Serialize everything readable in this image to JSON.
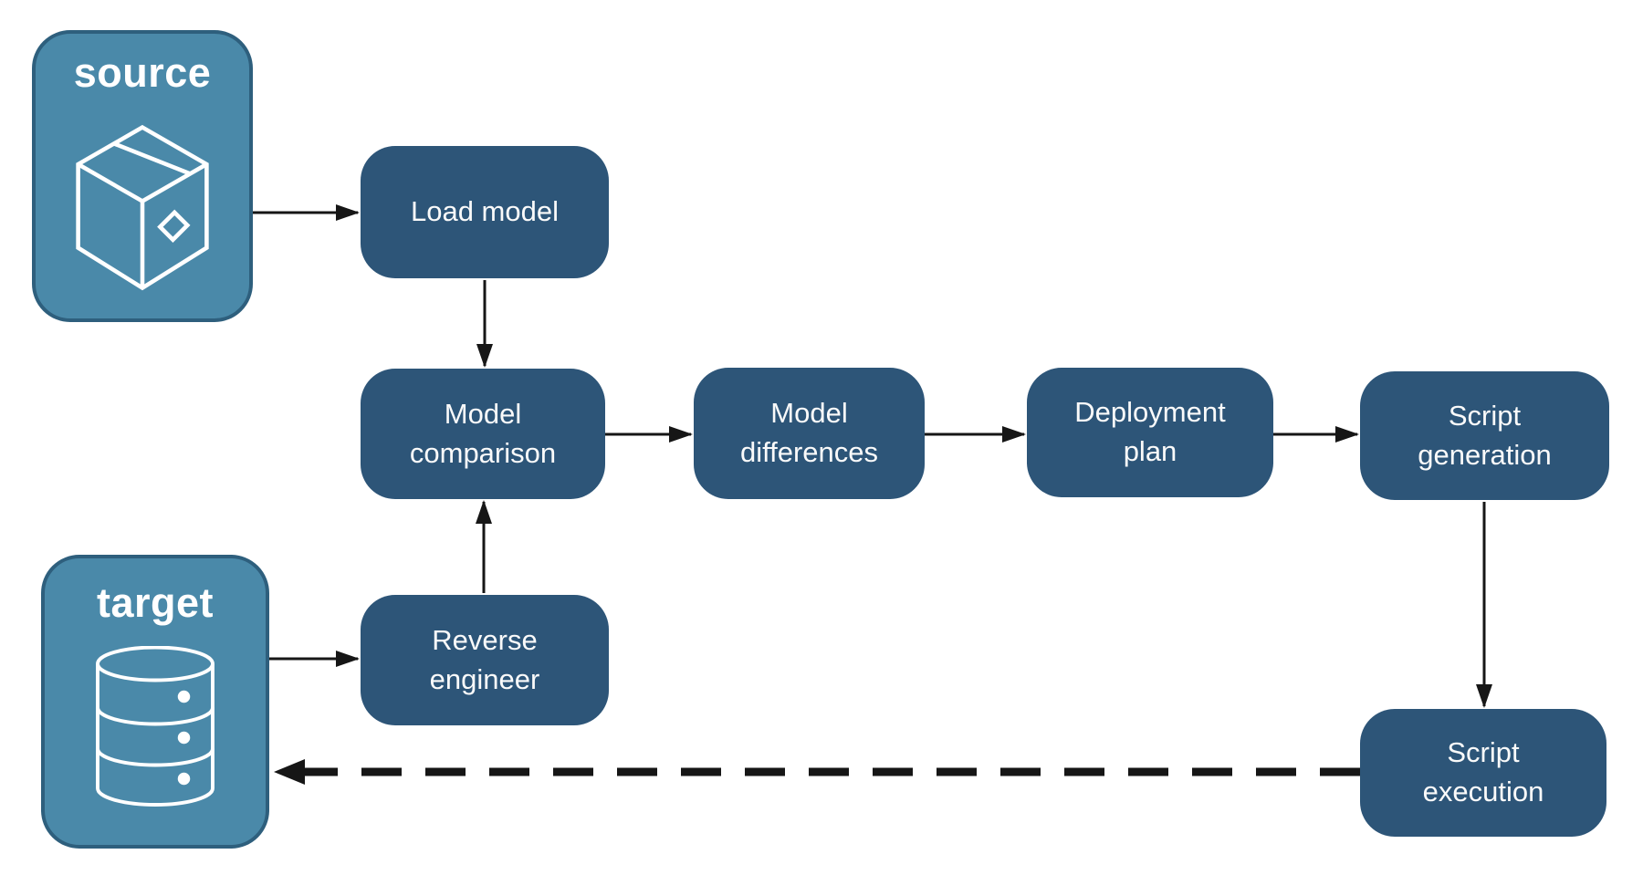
{
  "colors": {
    "background": "#FFFFFF",
    "endpoint_fill": "#4A89A9",
    "endpoint_border": "#2E5F7D",
    "node_fill": "#2D5578",
    "text": "#FAFAFA",
    "arrow": "#161616"
  },
  "endpoints": {
    "source": {
      "label": "source",
      "icon": "package-icon"
    },
    "target": {
      "label": "target",
      "icon": "database-icon"
    }
  },
  "nodes": {
    "load_model": {
      "label": "Load model"
    },
    "model_comparison": {
      "label": "Model\ncomparison"
    },
    "model_differences": {
      "label": "Model\ndifferences"
    },
    "deployment_plan": {
      "label": "Deployment\nplan"
    },
    "script_generation": {
      "label": "Script\ngeneration"
    },
    "reverse_engineer": {
      "label": "Reverse\nengineer"
    },
    "script_execution": {
      "label": "Script\nexecution"
    }
  },
  "edges": [
    {
      "from": "source",
      "to": "load_model",
      "style": "solid"
    },
    {
      "from": "load_model",
      "to": "model_comparison",
      "style": "solid"
    },
    {
      "from": "model_comparison",
      "to": "model_differences",
      "style": "solid"
    },
    {
      "from": "model_differences",
      "to": "deployment_plan",
      "style": "solid"
    },
    {
      "from": "deployment_plan",
      "to": "script_generation",
      "style": "solid"
    },
    {
      "from": "script_generation",
      "to": "script_execution",
      "style": "solid"
    },
    {
      "from": "target",
      "to": "reverse_engineer",
      "style": "solid"
    },
    {
      "from": "reverse_engineer",
      "to": "model_comparison",
      "style": "solid"
    },
    {
      "from": "script_execution",
      "to": "target",
      "style": "dashed"
    }
  ]
}
